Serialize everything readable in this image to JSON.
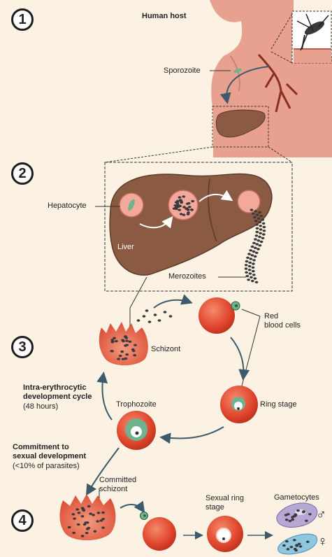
{
  "steps": [
    "1",
    "2",
    "3",
    "4"
  ],
  "labels": {
    "human_host": "Human host",
    "sporozoite": "Sporozoite",
    "hepatocyte": "Hepatocyte",
    "liver": "Liver",
    "merozoites": "Merozoites",
    "red_blood_cells_1": "Red",
    "red_blood_cells_2": "blood cells",
    "schizont": "Schizont",
    "cycle_1": "Intra-erythrocytic",
    "cycle_2": "development cycle",
    "cycle_3": "(48 hours)",
    "trophozoite": "Trophozoite",
    "ring_stage": "Ring stage",
    "commitment_1": "Commitment to",
    "commitment_2": "sexual development",
    "commitment_3": "(<10% of parasites)",
    "committed_1": "Committed",
    "committed_2": "schizont",
    "sexual_ring_1": "Sexual ring",
    "sexual_ring_2": "stage",
    "gametocytes": "Gametocytes",
    "male_symbol": "♂",
    "female_symbol": "♀"
  },
  "colors": {
    "background": "#fbf2e3",
    "skin": "#e8a08f",
    "liver": "#8b5a43",
    "rbc": "#e0472e",
    "parasite": "#6fb38e",
    "arrow": "#3c5a6b",
    "male_gametocyte": "#b6a7d4",
    "female_gametocyte": "#8fc6e0"
  }
}
